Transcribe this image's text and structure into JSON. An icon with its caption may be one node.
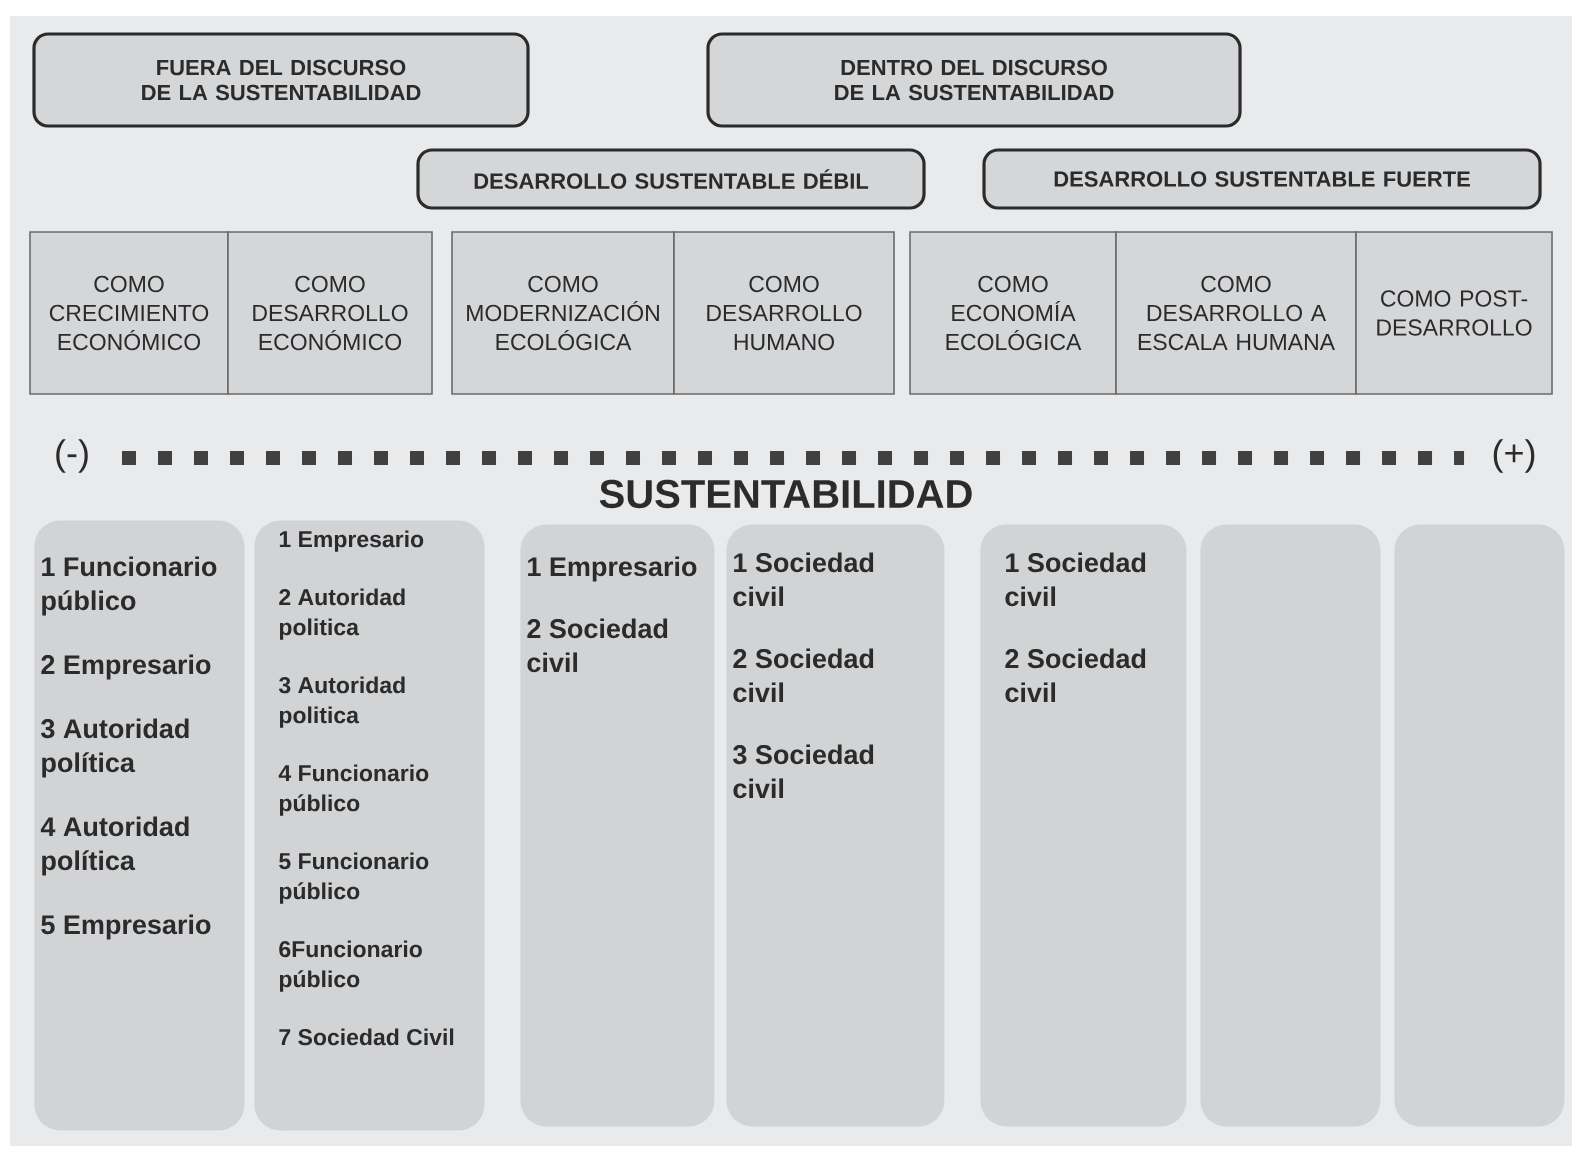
{
  "diagram": {
    "nodes": [
      {
        "text": [
          "FUERA DEL DISCURSO DE LA SUSTENTABILIDAD"
        ]
      },
      {
        "text": [
          "DENTRO DEL DISCURSO DE LA SUSTENTABILIDAD"
        ]
      },
      {
        "text": [
          "DESARROLLO SUSTENTABLE DÉBIL"
        ]
      },
      {
        "text": [
          "DESARROLLO SUSTENTABLE FUERTE"
        ]
      },
      {
        "text": [
          "COMO CRECIMIENTO ECONÓMICO"
        ]
      },
      {
        "text": [
          "COMO DESARROLLO ECONÓMICO"
        ]
      },
      {
        "text": [
          "COMO MODERNIZACIÓN ECOLÓGICA"
        ]
      },
      {
        "text": [
          "COMO DESARROLLO HUMANO"
        ]
      },
      {
        "text": [
          "COMO ECONOMÍA ECOLÓGICA"
        ]
      },
      {
        "text": [
          "COMO DESARROLLO A ESCALA HUMANA"
        ]
      },
      {
        "text": [
          "COMO POST-DESARROLLO"
        ]
      },
      {
        "text": [
          "1 Funcionario público",
          "2 Empresario",
          "3 Autoridad política",
          "4 Autoridad política",
          "5 Empresario"
        ]
      },
      {
        "text": [
          "1 Empresario",
          "2 Autoridad politica",
          "3 Autoridad politica",
          "4 Funcionario público",
          "5 Funcionario público",
          "6Funcionario público",
          "7 Sociedad Civil"
        ]
      },
      {
        "text": [
          "1 Empresario",
          "2 Sociedad civil"
        ]
      },
      {
        "text": [
          "1 Sociedad civil",
          "2 Sociedad civil",
          "3 Sociedad civil"
        ]
      },
      {
        "text": [
          "1 Sociedad civil",
          "2 Sociedad civil"
        ]
      },
      {
        "text": [],
        "shape": "box"
      },
      {
        "text": [],
        "shape": "box"
      }
    ],
    "labels": [
      "(-)",
      "(+)",
      "SUSTENTABILIDAD"
    ]
  }
}
